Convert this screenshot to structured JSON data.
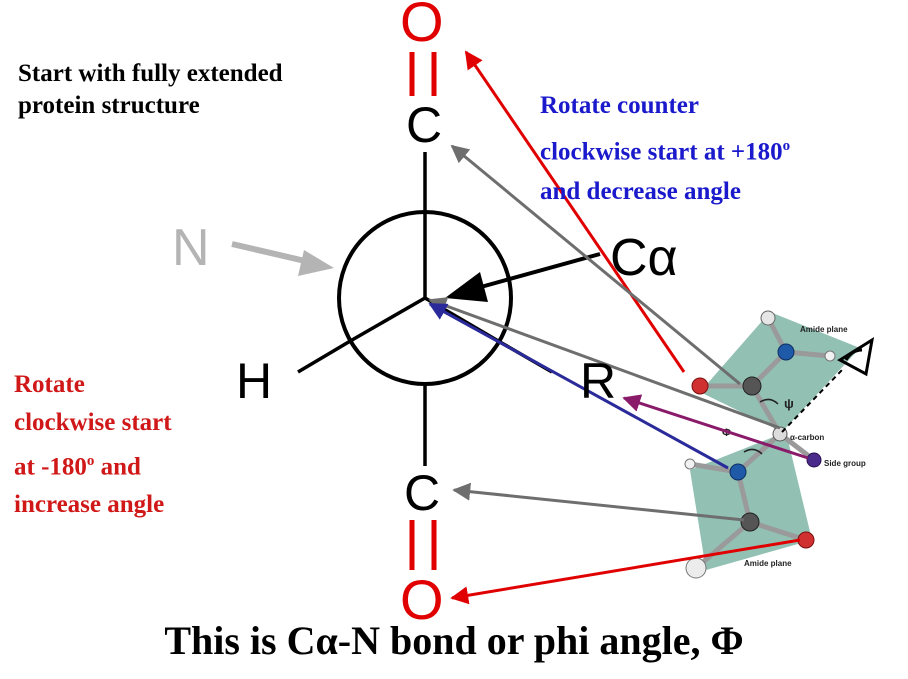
{
  "texts": {
    "start_note": [
      "Start with fully extended",
      "protein structure"
    ],
    "ccw_note": [
      "Rotate counter",
      "clockwise start at +180",
      "and decrease angle"
    ],
    "ccw_degree": "o",
    "cw_note": [
      "Rotate",
      "clockwise start",
      "at -180",
      "increase angle"
    ],
    "cw_degree": "o",
    "cw_and": " and",
    "caption": "This is Cα-N bond or phi angle,  Φ"
  },
  "atoms": {
    "o_top": "O",
    "c_top": "C",
    "n": "N",
    "ca": "Cα",
    "h": "H",
    "r": "R",
    "c_bottom": "C",
    "o_bottom": "O"
  },
  "model_labels": {
    "amide_plane_top": "Amide plane",
    "amide_plane_bottom": "Amide plane",
    "alpha_carbon": "α-carbon",
    "side_group": "Side group",
    "psi": "ψ",
    "phi": "Φ"
  },
  "colors": {
    "red": "#e00000",
    "blue": "#1a1acc",
    "gray": "#6e6e6e",
    "purple": "#8a1a6a",
    "navy": "#2a2a9a",
    "plane": "#7fb5a6"
  },
  "icons": [
    "eye-icon"
  ]
}
